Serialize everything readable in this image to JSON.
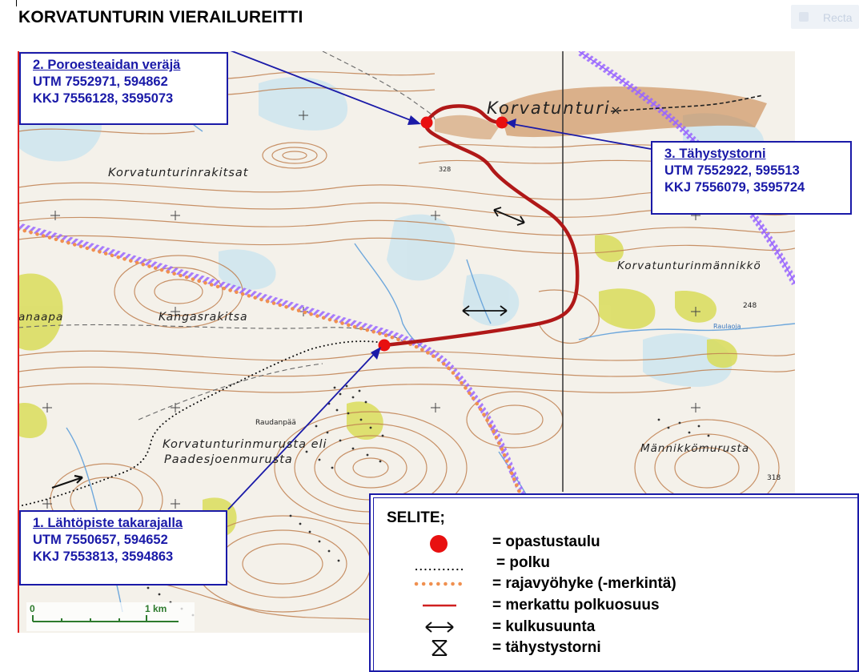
{
  "document": {
    "title": "KORVATUNTURIN VIERAILUREITTI",
    "toolbar_ghost_label": "Recta"
  },
  "map": {
    "place_names": {
      "korvatunturi": "Korvatunturi",
      "korvatunturinrakitsat": "Korvatunturinrakitsat",
      "korvatunturinmannikko": "Korvatunturinmännikkö",
      "kangasrakitsa": "Kangasrakitsa",
      "anaapa": "anaapa",
      "murusta_line1": "Korvatunturinmurusta eli",
      "murusta_line2": "Paadesjoenmurusta",
      "mannikkomurusta": "Männikkömurusta",
      "raudanpaa": "Raudanpää",
      "elev_248": "248",
      "elev_318": "318",
      "elev_328": "328",
      "raulaoja": "Raulaoja"
    },
    "scale_bar": {
      "zero": "0",
      "one_km": "1 km"
    },
    "colors": {
      "paper": "#f4f1ea",
      "contour": "#c08050",
      "route": "#b01818",
      "marker": "#e81010",
      "border_zone": "#f09050",
      "border_stripe": "#9966ff",
      "water": "#6fa8dc",
      "bog": "#cfe5ee",
      "vegetation": "#d9dd5a",
      "callout_blue": "#1a1aa8"
    }
  },
  "callouts": {
    "poroesteaita": {
      "title": "2. Poroesteaidan veräjä",
      "utm": "UTM 7552971, 594862",
      "kkj": "KKJ 7556128, 3595073"
    },
    "tahystystorni": {
      "title": "3. Tähystystorni",
      "utm": "UTM 7552922, 595513",
      "kkj": "KKJ 7556079, 3595724"
    },
    "lahtopiste": {
      "title": "1. Lähtöpiste takarajalla",
      "utm": "UTM 7550657, 594652",
      "kkj": "KKJ 7553813, 3594863"
    }
  },
  "legend": {
    "heading": "SELITE;",
    "items": [
      {
        "icon": "info-board-dot",
        "label": "= opastustaulu"
      },
      {
        "icon": "dotted-path",
        "label": "= polku"
      },
      {
        "icon": "border-zone-dots",
        "label": "= rajavyöhyke (-merkintä)"
      },
      {
        "icon": "red-line",
        "label": "= merkattu polkuosuus"
      },
      {
        "icon": "double-arrow",
        "label": "= kulkusuunta"
      },
      {
        "icon": "tower-symbol",
        "label": "= tähystystorni"
      }
    ]
  }
}
